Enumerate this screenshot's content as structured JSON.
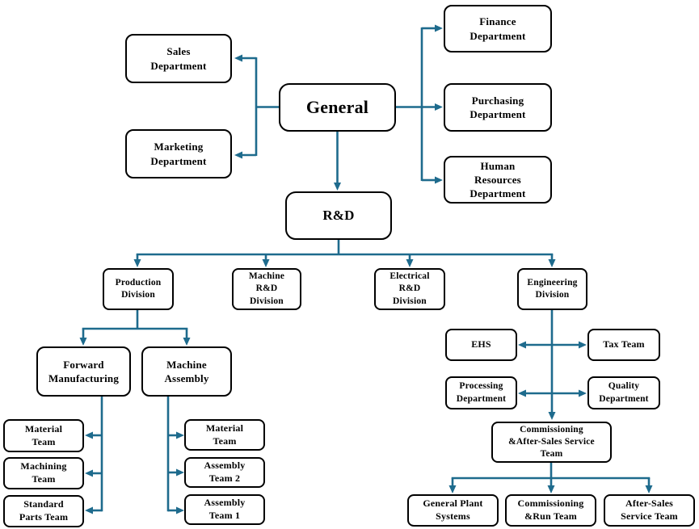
{
  "diagram_title": "Company organization chart",
  "colors": {
    "connector": "#1e6b8d",
    "box_border": "#000000",
    "text": "#000000",
    "background": "#ffffff"
  },
  "nodes": {
    "general": "General",
    "sales": "Sales\nDepartment",
    "marketing": "Marketing\nDepartment",
    "finance": "Finance\nDepartment",
    "purchasing": "Purchasing\nDepartment",
    "human_resources": "Human\nResources\nDepartment",
    "rnd": "R&D",
    "production": "Production\nDivision",
    "machine_rnd": "Machine\nR&D\nDivision",
    "electrical_rnd": "Electrical\nR&D\nDivision",
    "engineering": "Engineering\nDivision",
    "forward_manufacturing": "Forward\nManufacturing",
    "machine_assembly": "Machine\nAssembly",
    "fm_material": "Material\nTeam",
    "machining": "Machining\nTeam",
    "standard_parts": "Standard\nParts Team",
    "ma_material": "Material\nTeam",
    "assembly_2": "Assembly\nTeam 2",
    "assembly_1": "Assembly\nTeam 1",
    "ehs": "EHS",
    "tax": "Tax Team",
    "processing": "Processing\nDepartment",
    "quality": "Quality\nDepartment",
    "commissioning_after_sales": "Commissioning\n&After-Sales Service\nTeam",
    "general_plant": "General Plant\nSystems",
    "commissioning_run": "Commissioning\n&Run Team",
    "after_sales_service": "After-Sales\nService Team"
  },
  "edges": [
    {
      "from": "general",
      "to": "sales",
      "type": "arrow"
    },
    {
      "from": "general",
      "to": "marketing",
      "type": "arrow"
    },
    {
      "from": "general",
      "to": "finance",
      "type": "arrow"
    },
    {
      "from": "general",
      "to": "purchasing",
      "type": "arrow"
    },
    {
      "from": "general",
      "to": "human_resources",
      "type": "arrow"
    },
    {
      "from": "general",
      "to": "rnd",
      "type": "arrow"
    },
    {
      "from": "rnd",
      "to": "production",
      "type": "arrow"
    },
    {
      "from": "rnd",
      "to": "machine_rnd",
      "type": "arrow"
    },
    {
      "from": "rnd",
      "to": "electrical_rnd",
      "type": "arrow"
    },
    {
      "from": "rnd",
      "to": "engineering",
      "type": "arrow"
    },
    {
      "from": "production",
      "to": "forward_manufacturing",
      "type": "arrow"
    },
    {
      "from": "production",
      "to": "machine_assembly",
      "type": "arrow"
    },
    {
      "from": "forward_manufacturing",
      "to": "fm_material",
      "type": "arrow"
    },
    {
      "from": "forward_manufacturing",
      "to": "machining",
      "type": "arrow"
    },
    {
      "from": "forward_manufacturing",
      "to": "standard_parts",
      "type": "arrow"
    },
    {
      "from": "machine_assembly",
      "to": "ma_material",
      "type": "arrow"
    },
    {
      "from": "machine_assembly",
      "to": "assembly_2",
      "type": "arrow"
    },
    {
      "from": "machine_assembly",
      "to": "assembly_1",
      "type": "arrow"
    },
    {
      "from": "engineering",
      "to": "commissioning_after_sales",
      "type": "arrow"
    },
    {
      "from": "ehs",
      "to": "tax",
      "type": "double-arrow"
    },
    {
      "from": "processing",
      "to": "quality",
      "type": "double-arrow"
    },
    {
      "from": "commissioning_after_sales",
      "to": "general_plant",
      "type": "arrow"
    },
    {
      "from": "commissioning_after_sales",
      "to": "commissioning_run",
      "type": "arrow"
    },
    {
      "from": "commissioning_after_sales",
      "to": "after_sales_service",
      "type": "arrow"
    }
  ]
}
